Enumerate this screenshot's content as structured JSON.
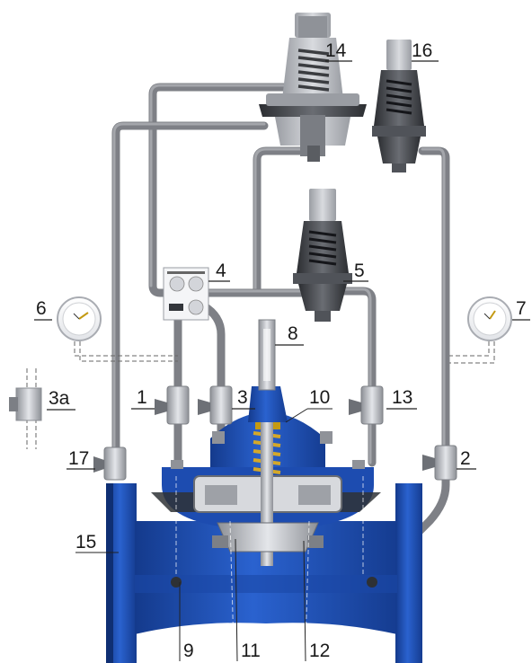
{
  "labels": {
    "l1": "1",
    "l2": "2",
    "l3": "3",
    "l3a": "3a",
    "l4": "4",
    "l5": "5",
    "l6": "6",
    "l7": "7",
    "l8": "8",
    "l9": "9",
    "l10": "10",
    "l11": "11",
    "l12": "12",
    "l13": "13",
    "l14": "14",
    "l15": "15",
    "l16": "16",
    "l17": "17"
  },
  "colors": {
    "valve_blue": "#1e4fb4",
    "valve_blue_dark": "#123683",
    "pipe_gray": "#7e8086",
    "metal": "#b9bcc2",
    "pilot_dark": "#3a3c40"
  }
}
